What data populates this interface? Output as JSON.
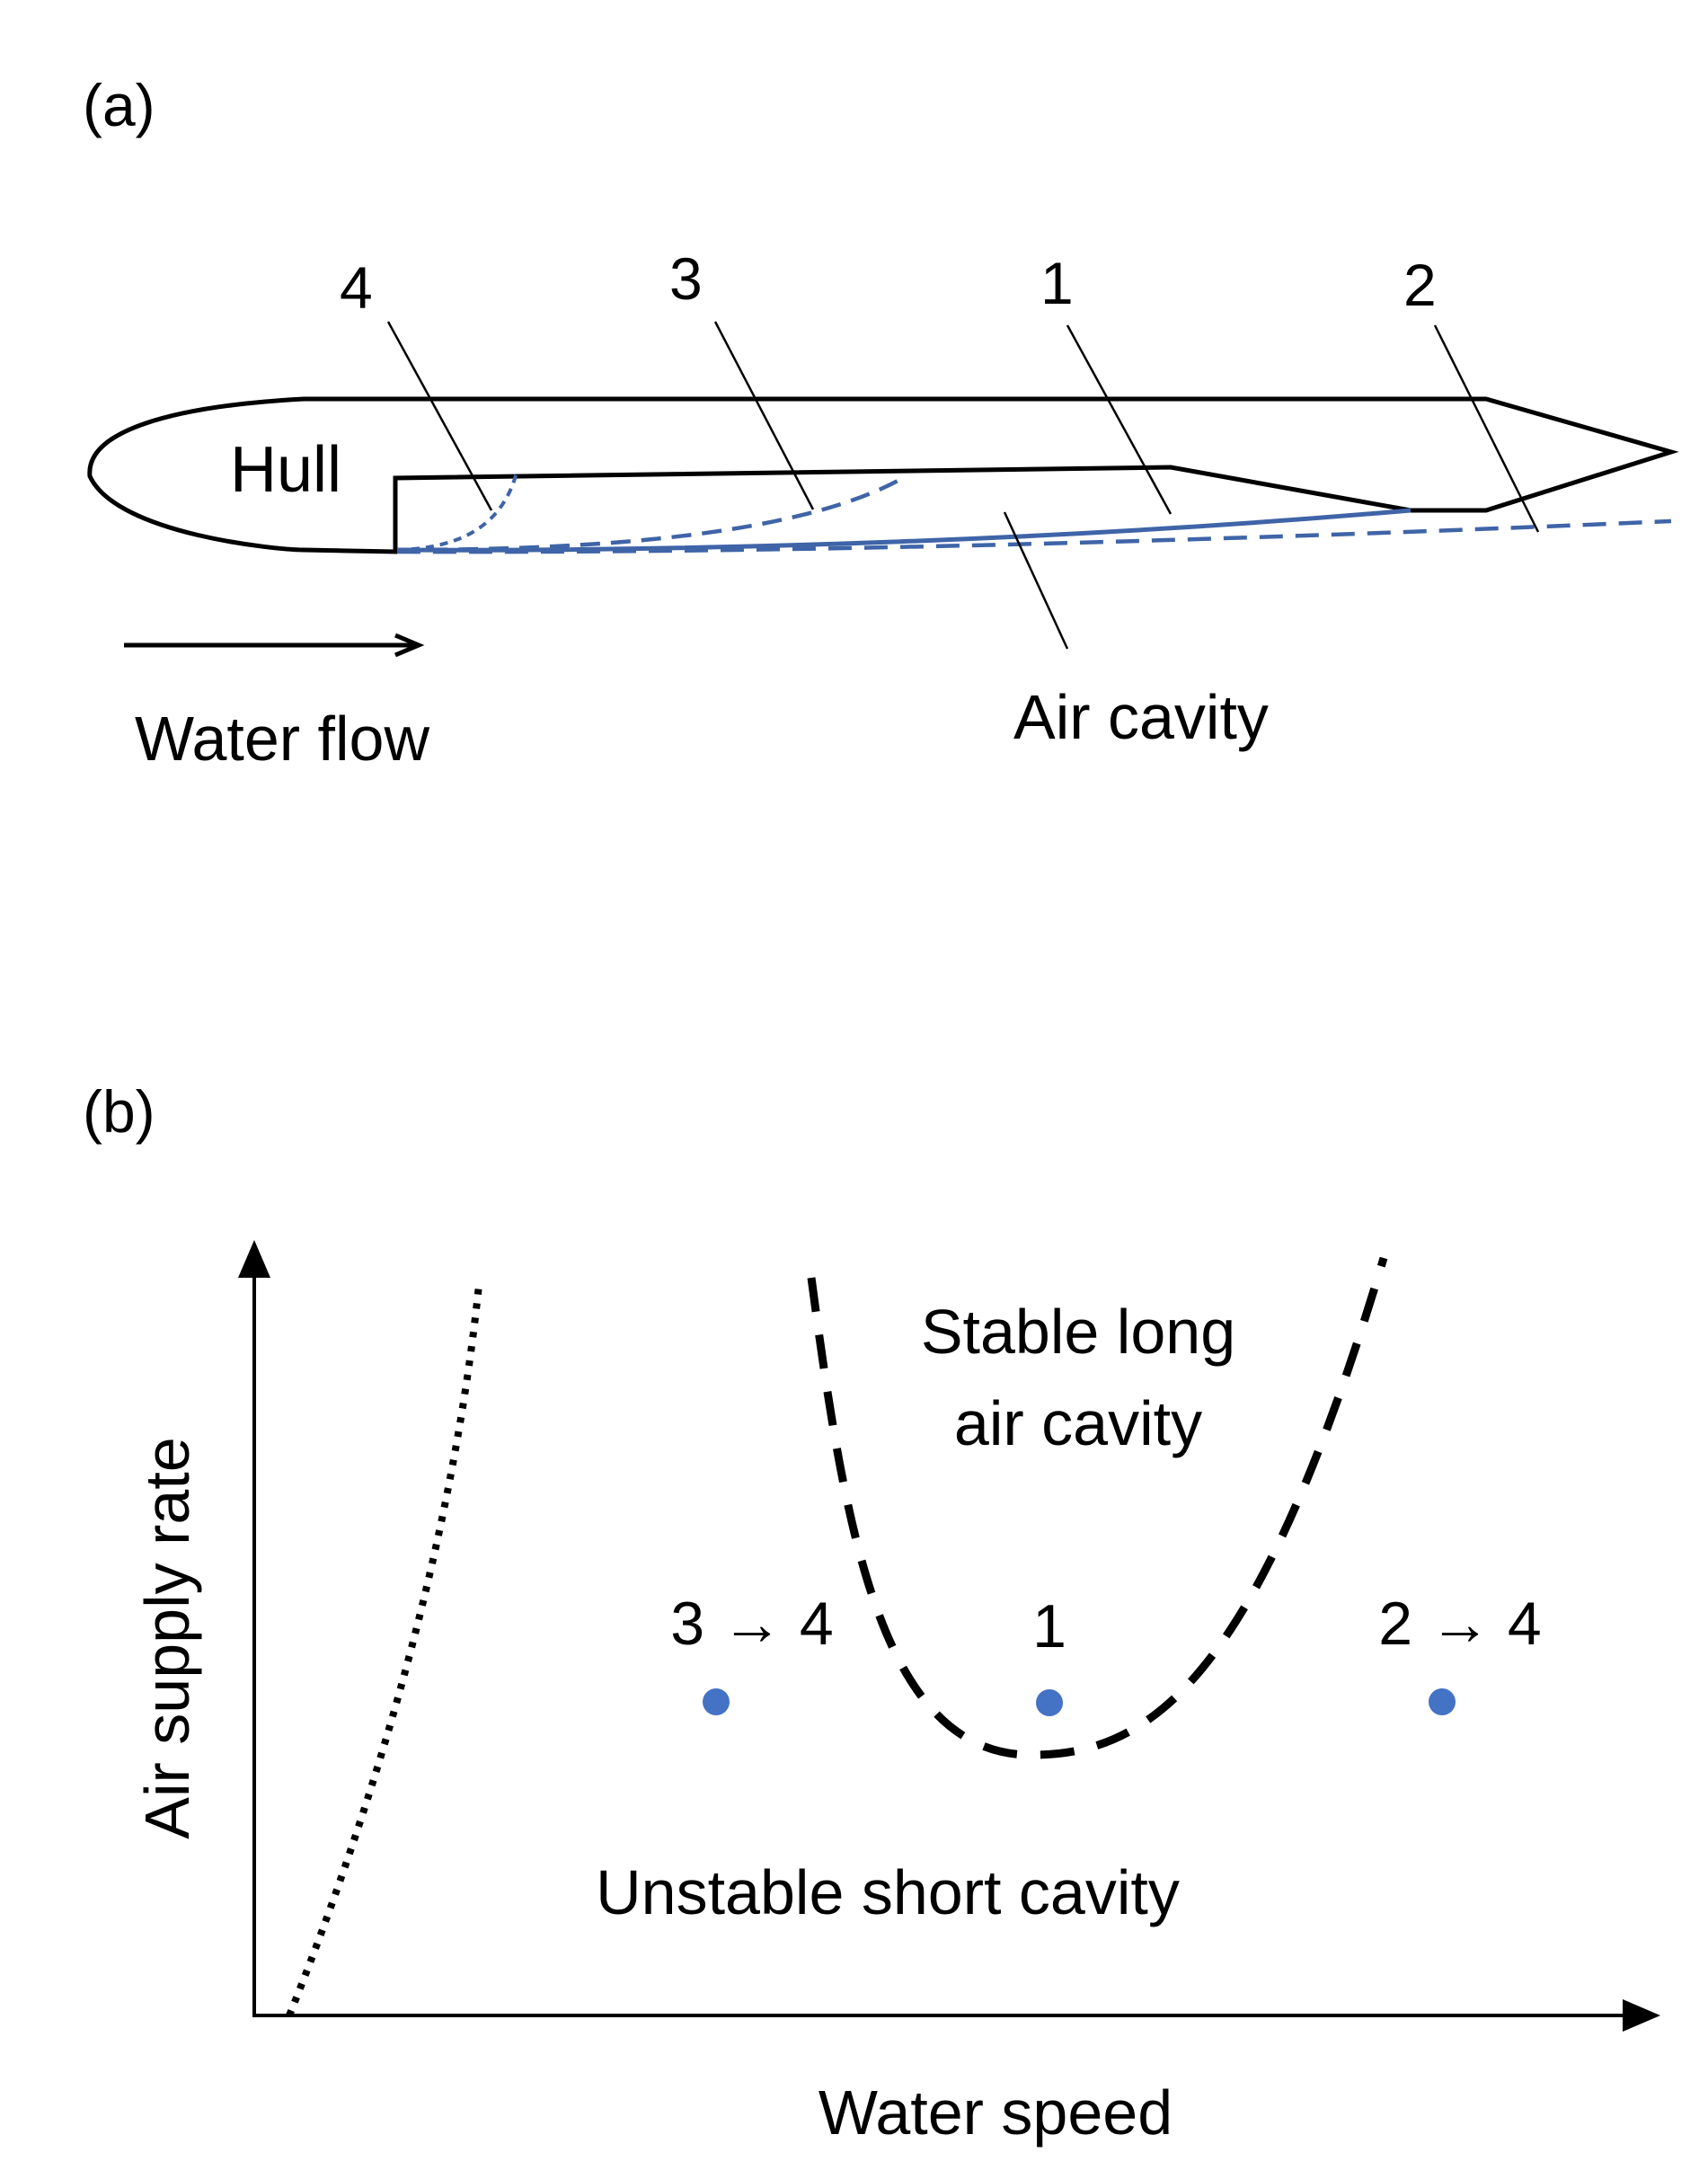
{
  "colors": {
    "outline": "#000000",
    "cavity": "#3f64a7",
    "point": "#4472c4"
  },
  "panel_a": {
    "label": "(a)",
    "hull_label": "Hull",
    "flow_label": "Water flow",
    "cavity_label": "Air cavity",
    "callouts": [
      "4",
      "3",
      "1",
      "2"
    ]
  },
  "panel_b": {
    "label": "(b)",
    "xlabel": "Water speed",
    "ylabel": "Air supply rate",
    "stable_label_line1": "Stable long",
    "stable_label_line2": "air cavity",
    "unstable_label": "Unstable short cavity",
    "points": [
      {
        "label": "3 → 4"
      },
      {
        "label": "1"
      },
      {
        "label": "2 → 4"
      }
    ]
  }
}
